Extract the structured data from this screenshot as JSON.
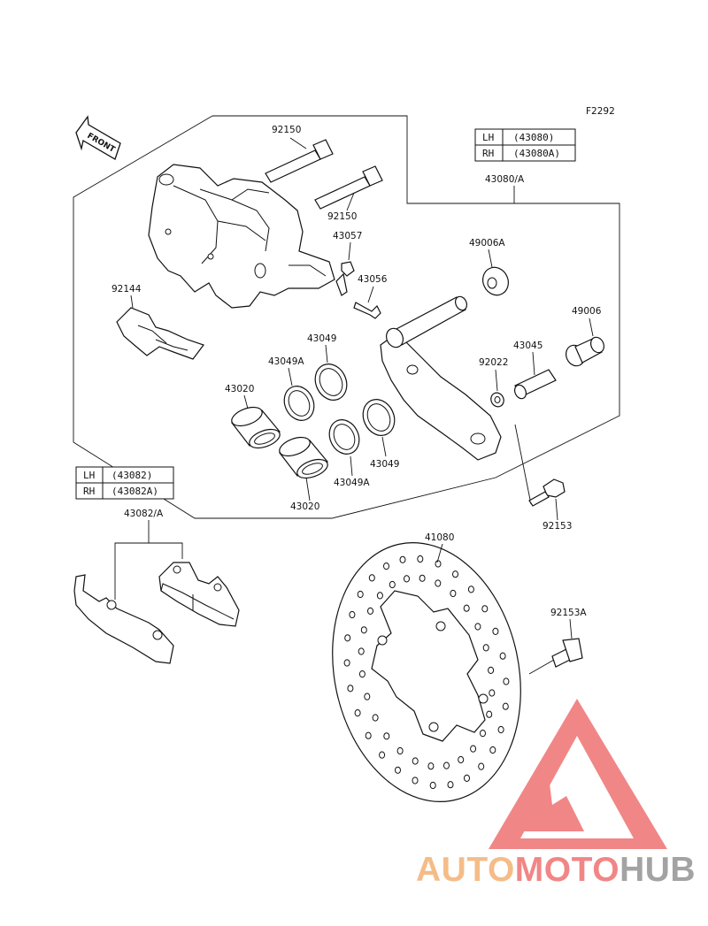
{
  "figure_code": "F2292",
  "front_label": "FRONT",
  "labels": {
    "p92150_top": "92150",
    "p92150_bottom": "92150",
    "p43057": "43057",
    "p43056": "43056",
    "p92144": "92144",
    "p43049_top": "43049",
    "p43049A_top": "43049A",
    "p43020_left": "43020",
    "p43049_bottom": "43049",
    "p43049A_bottom": "43049A",
    "p43020_bottom": "43020",
    "p43080A": "43080/A",
    "p49006A": "49006A",
    "p49006": "49006",
    "p43045": "43045",
    "p92022": "92022",
    "p92153": "92153",
    "p43082A": "43082/A",
    "p41080": "41080",
    "p92153A": "92153A"
  },
  "caliper_table": {
    "rows": [
      {
        "side": "LH",
        "part": "(43080)"
      },
      {
        "side": "RH",
        "part": "(43080A)"
      }
    ]
  },
  "pad_table": {
    "rows": [
      {
        "side": "LH",
        "part": "(43082)"
      },
      {
        "side": "RH",
        "part": "(43082A)"
      }
    ]
  },
  "watermark": {
    "word1": "AUTO",
    "word2": "MOTO",
    "word3": "HUB",
    "color_orange": "#f5b57c",
    "color_red": "#f07a7a",
    "color_gray": "#9a9a9a"
  }
}
